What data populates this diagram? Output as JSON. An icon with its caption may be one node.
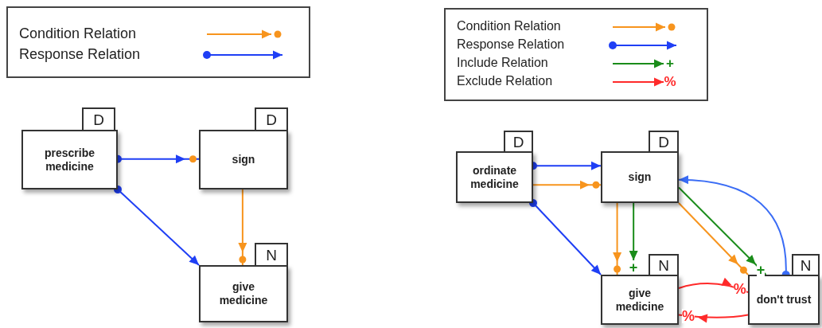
{
  "diagram": {
    "nodes": [
      {
        "text": [
          "D",
          "prescribe medicine"
        ]
      },
      {
        "text": [
          "D",
          "sign"
        ]
      },
      {
        "text": [
          "N",
          "give medicine"
        ]
      },
      {
        "text": [
          "D",
          "ordinate medicine"
        ]
      },
      {
        "text": [
          "D",
          "sign"
        ]
      },
      {
        "text": [
          "N",
          "give medicine"
        ]
      },
      {
        "text": [
          "N",
          "don't trust"
        ]
      }
    ],
    "edges": [
      {
        "from": 0,
        "to": 1,
        "arrow": "to",
        "color": "#1f3ff5"
      },
      {
        "from": 0,
        "to": 2,
        "arrow": "to",
        "color": "#1f3ff5"
      },
      {
        "from": 1,
        "to": 2,
        "arrow": "to",
        "color": "#f7941d"
      },
      {
        "from": 3,
        "to": 4,
        "arrow": "to",
        "color": "#1f3ff5"
      },
      {
        "from": 3,
        "to": 4,
        "arrow": "to",
        "color": "#f7941d"
      },
      {
        "from": 3,
        "to": 5,
        "arrow": "to",
        "color": "#1f3ff5"
      },
      {
        "from": 4,
        "to": 5,
        "arrow": "to",
        "color": "#f7941d"
      },
      {
        "from": 4,
        "to": 5,
        "arrow": "to",
        "label": "+",
        "color": "#1a8c1a"
      },
      {
        "from": 4,
        "to": 6,
        "arrow": "to",
        "color": "#f7941d"
      },
      {
        "from": 4,
        "to": 6,
        "arrow": "to",
        "label": "+",
        "color": "#1a8c1a"
      },
      {
        "from": 6,
        "to": 4,
        "arrow": "to",
        "color": "#3a6cf5"
      },
      {
        "from": 5,
        "to": 6,
        "arrow": "to",
        "label": "%",
        "color": "#ff2a2a"
      },
      {
        "from": 6,
        "to": 5,
        "arrow": "to",
        "label": "%",
        "color": "#ff2a2a"
      }
    ],
    "labels": [
      "+",
      "%"
    ],
    "legend": [
      {
        "text": "Condition Relation"
      },
      {
        "text": "Response Relation"
      },
      {
        "text": "Condition Relation"
      },
      {
        "text": "Response Relation"
      },
      {
        "text": "Include Relation"
      },
      {
        "text": "Exclude Relation"
      }
    ]
  }
}
